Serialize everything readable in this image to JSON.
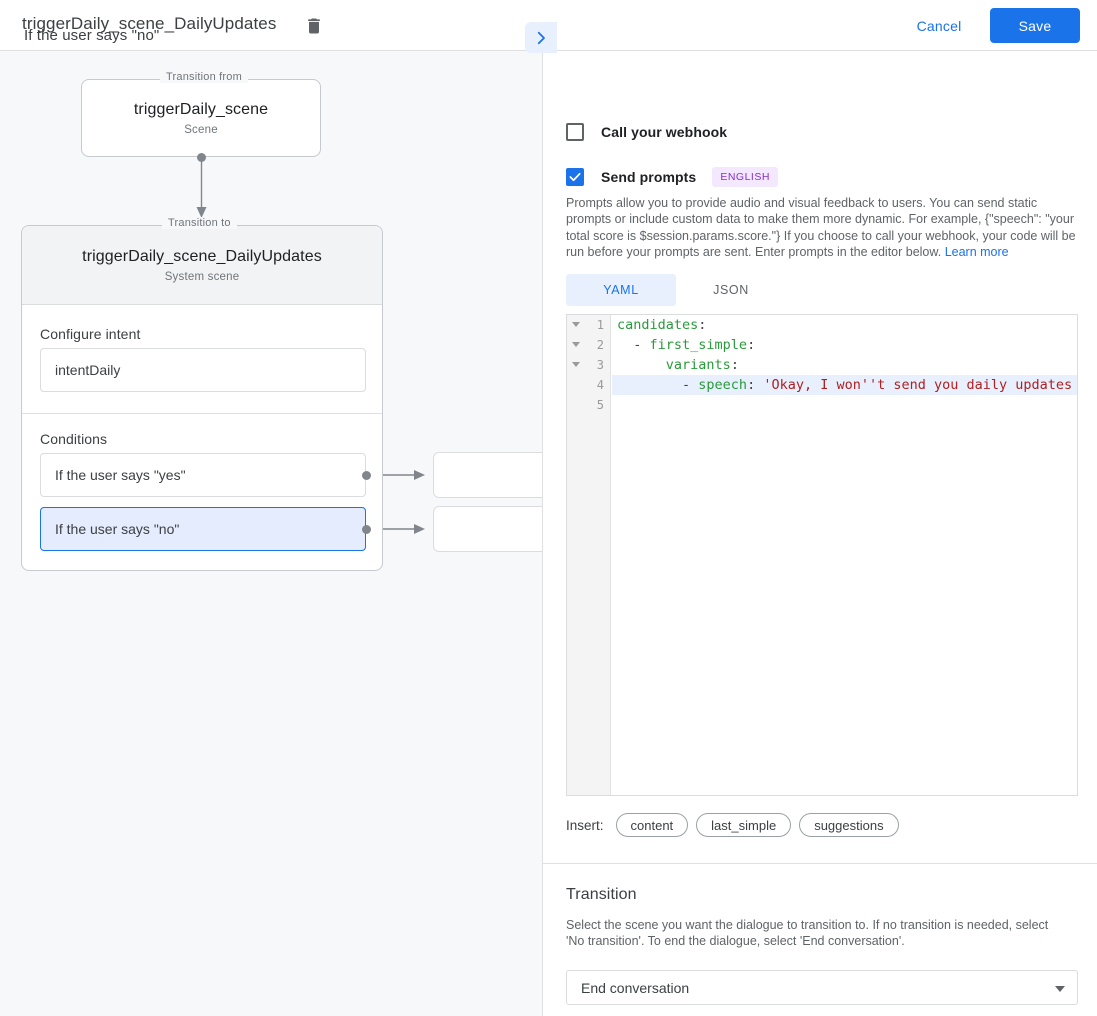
{
  "topbar": {
    "title": "triggerDaily_scene_DailyUpdates",
    "delete_icon": "trash-icon",
    "cancel_label": "Cancel",
    "save_label": "Save",
    "accent_color": "#1a73e8"
  },
  "graph": {
    "from_legend": "Transition from",
    "from_title": "triggerDaily_scene",
    "from_subtitle": "Scene",
    "to_legend": "Transition to",
    "to_title": "triggerDaily_scene_DailyUpdates",
    "to_subtitle": "System scene",
    "intent_section_label": "Configure intent",
    "intent_value": "intentDaily",
    "conditions_section_label": "Conditions",
    "conditions": [
      {
        "label": "If the user says \"yes\"",
        "selected": false
      },
      {
        "label": "If the user says \"no\"",
        "selected": true
      }
    ],
    "selected_color": "#e4ecfd",
    "selected_border": "#1a73e8"
  },
  "detail": {
    "title": "If the user says \"no\"",
    "expand_icon": "chevron-right-icon",
    "webhook": {
      "label": "Call your webhook",
      "checked": false
    },
    "prompts": {
      "label": "Send prompts",
      "checked": true,
      "language_badge": "ENGLISH",
      "badge_color": "#8430ce",
      "description": "Prompts allow you to provide audio and visual feedback to users. You can send static prompts or include custom data to make them more dynamic. For example, {\"speech\": \"your total score is $session.params.score.\"} If you choose to call your webhook, your code will be run before your prompts are sent. Enter prompts in the editor below.",
      "learn_more": "Learn more"
    },
    "editor": {
      "tabs": [
        {
          "label": "YAML",
          "active": true
        },
        {
          "label": "JSON",
          "active": false
        }
      ],
      "line_numbers": [
        "1",
        "2",
        "3",
        "4",
        "5"
      ],
      "fold_lines": [
        true,
        true,
        true,
        false,
        false
      ],
      "highlighted_line": 4,
      "lines": [
        {
          "indent": "",
          "key": "candidates",
          "punct": ":",
          "value": ""
        },
        {
          "indent": "  - ",
          "key": "first_simple",
          "punct": ":",
          "value": ""
        },
        {
          "indent": "      ",
          "key": "variants",
          "punct": ":",
          "value": ""
        },
        {
          "indent": "        - ",
          "key": "speech",
          "punct": ": ",
          "value": "'Okay, I won''t send you daily updates"
        },
        {
          "indent": "",
          "key": "",
          "punct": "",
          "value": ""
        }
      ]
    },
    "insert": {
      "label": "Insert:",
      "chips": [
        "content",
        "last_simple",
        "suggestions"
      ]
    },
    "transition": {
      "title": "Transition",
      "description": "Select the scene you want the dialogue to transition to. If no transition is needed, select 'No transition'. To end the dialogue, select 'End conversation'.",
      "selected_option": "End conversation",
      "caret_icon": "chevron-down-icon"
    }
  }
}
